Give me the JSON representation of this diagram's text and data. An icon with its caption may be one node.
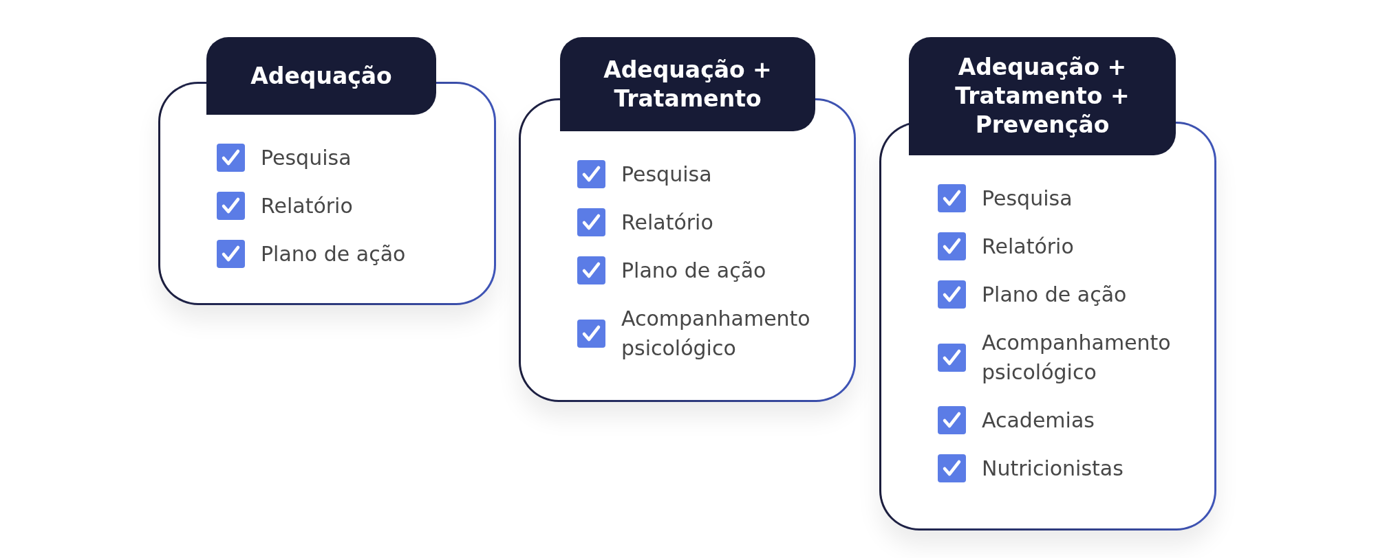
{
  "diagram": {
    "nodes": [
      {
        "text": [
          "Adequação",
          "Pesquisa",
          "Relatório",
          "Plano de ação"
        ]
      },
      {
        "text": [
          "Adequação + Tratamento",
          "Pesquisa",
          "Relatório",
          "Plano de ação",
          "Acompanhamento psicológico"
        ]
      },
      {
        "text": [
          "Adequação + Tratamento + Prevenção",
          "Pesquisa",
          "Relatório",
          "Plano de ação",
          "Acompanhamento psicológico",
          "Academias",
          "Nutricionistas"
        ]
      }
    ]
  }
}
